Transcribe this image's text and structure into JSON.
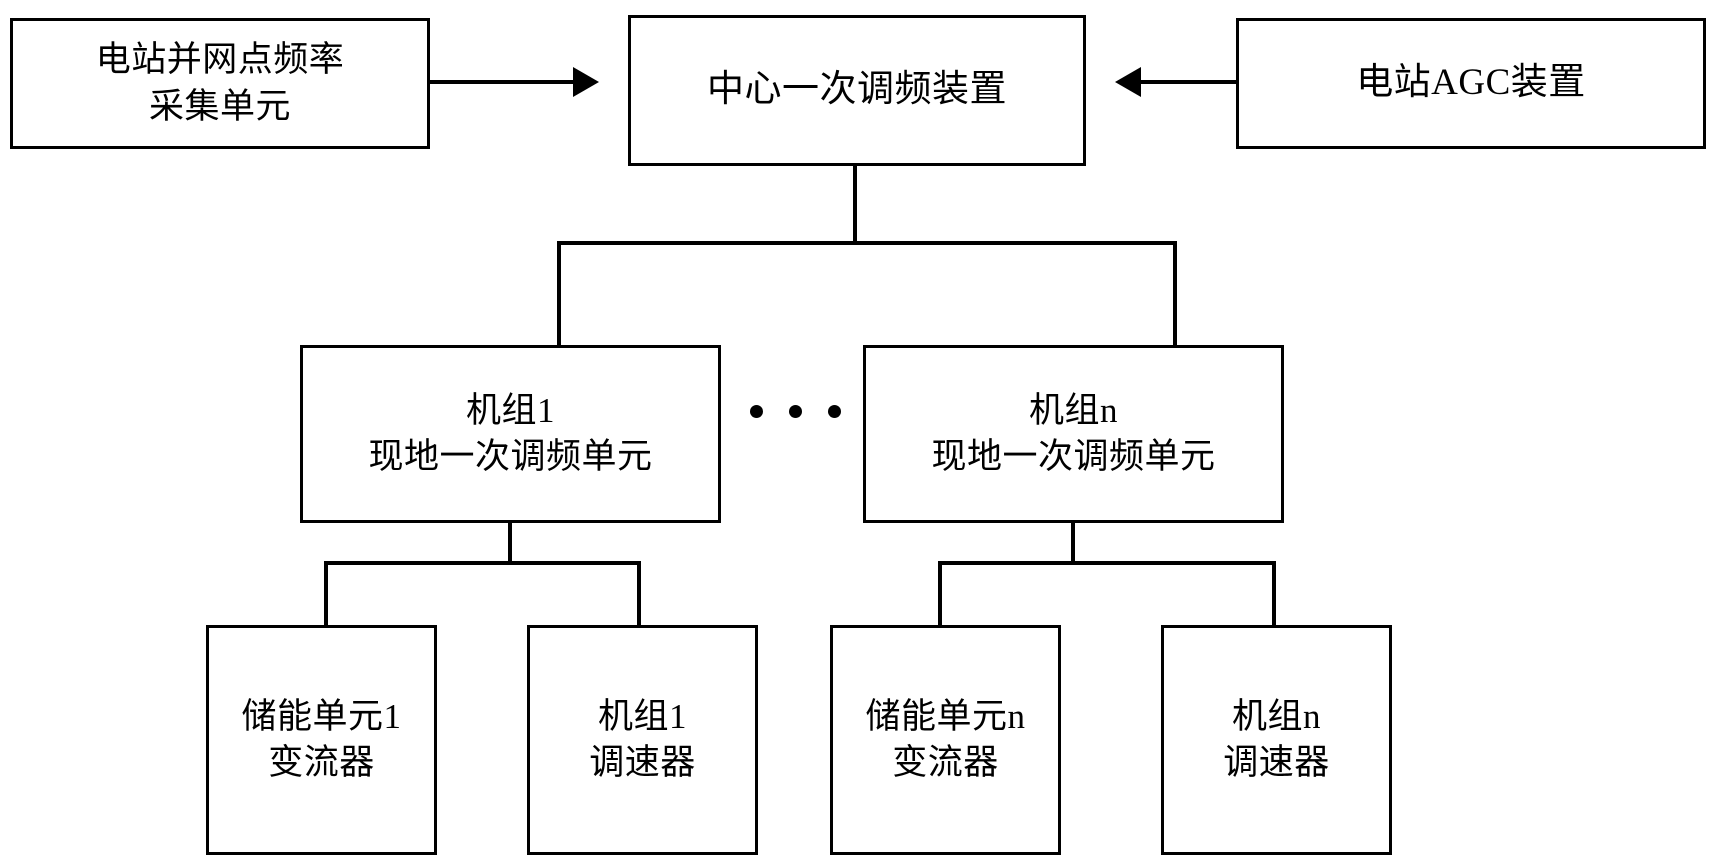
{
  "diagram": {
    "title_text": "",
    "colors": {
      "stroke": "#000000",
      "fill": "#ffffff",
      "text": "#000000"
    },
    "nodes": {
      "freq_acquisition_unit": "电站并网点频率\n采集单元",
      "central_primary_frequency_device": "中心一次调频装置",
      "plant_agc_device": "电站AGC装置",
      "local_unit_1": "机组1\n现地一次调频单元",
      "local_unit_n": "机组n\n现地一次调频单元",
      "storage_converter_1": "储能单元1\n变流器",
      "governor_1": "机组1\n调速器",
      "storage_converter_n": "储能单元n\n变流器",
      "governor_n": "机组n\n调速器"
    },
    "ellipsis": "• • •"
  }
}
